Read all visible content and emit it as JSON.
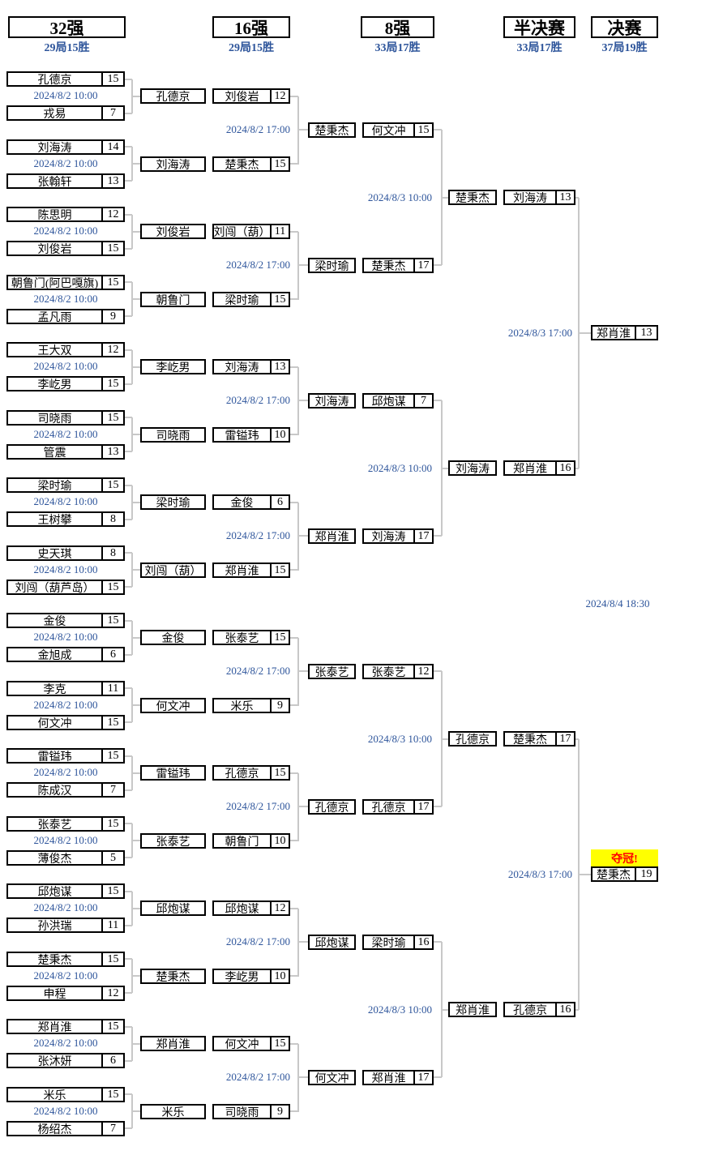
{
  "headers": [
    {
      "title": "32强",
      "subtitle": "29局15胜"
    },
    {
      "title": "16强",
      "subtitle": "29局15胜"
    },
    {
      "title": "8强",
      "subtitle": "33局17胜"
    },
    {
      "title": "半决赛",
      "subtitle": "33局17胜"
    },
    {
      "title": "决赛",
      "subtitle": "37局19胜"
    }
  ],
  "round_of_32": [
    {
      "top": {
        "name": "孔德京",
        "score": "15"
      },
      "datetime": "2024/8/2 10:00",
      "bottom": {
        "name": "戎易",
        "score": "7"
      }
    },
    {
      "top": {
        "name": "刘海涛",
        "score": "14"
      },
      "datetime": "2024/8/2 10:00",
      "bottom": {
        "name": "张翰轩",
        "score": "13"
      }
    },
    {
      "top": {
        "name": "陈思明",
        "score": "12"
      },
      "datetime": "2024/8/2 10:00",
      "bottom": {
        "name": "刘俊岩",
        "score": "15"
      }
    },
    {
      "top": {
        "name": "朝鲁门(阿巴嘎旗)",
        "score": "15"
      },
      "datetime": "2024/8/2 10:00",
      "bottom": {
        "name": "孟凡雨",
        "score": "9"
      }
    },
    {
      "top": {
        "name": "王大双",
        "score": "12"
      },
      "datetime": "2024/8/2 10:00",
      "bottom": {
        "name": "李屹男",
        "score": "15"
      }
    },
    {
      "top": {
        "name": "司晓雨",
        "score": "15"
      },
      "datetime": "2024/8/2 10:00",
      "bottom": {
        "name": "管震",
        "score": "13"
      }
    },
    {
      "top": {
        "name": "梁时瑜",
        "score": "15"
      },
      "datetime": "2024/8/2 10:00",
      "bottom": {
        "name": "王树攀",
        "score": "8"
      }
    },
    {
      "top": {
        "name": "史天琪",
        "score": "8"
      },
      "datetime": "2024/8/2 10:00",
      "bottom": {
        "name": "刘闯（葫芦岛）",
        "score": "15"
      }
    },
    {
      "top": {
        "name": "金俊",
        "score": "15"
      },
      "datetime": "2024/8/2 10:00",
      "bottom": {
        "name": "金旭成",
        "score": "6"
      }
    },
    {
      "top": {
        "name": "李克",
        "score": "11"
      },
      "datetime": "2024/8/2 10:00",
      "bottom": {
        "name": "何文冲",
        "score": "15"
      }
    },
    {
      "top": {
        "name": "雷镒玮",
        "score": "15"
      },
      "datetime": "2024/8/2 10:00",
      "bottom": {
        "name": "陈成汉",
        "score": "7"
      }
    },
    {
      "top": {
        "name": "张泰艺",
        "score": "15"
      },
      "datetime": "2024/8/2 10:00",
      "bottom": {
        "name": "薄俊杰",
        "score": "5"
      }
    },
    {
      "top": {
        "name": "邱炮谋",
        "score": "15"
      },
      "datetime": "2024/8/2 10:00",
      "bottom": {
        "name": "孙洪瑞",
        "score": "11"
      }
    },
    {
      "top": {
        "name": "楚秉杰",
        "score": "15"
      },
      "datetime": "2024/8/2 10:00",
      "bottom": {
        "name": "申程",
        "score": "12"
      }
    },
    {
      "top": {
        "name": "郑肖淮",
        "score": "15"
      },
      "datetime": "2024/8/2 10:00",
      "bottom": {
        "name": "张沐妍",
        "score": "6"
      }
    },
    {
      "top": {
        "name": "米乐",
        "score": "15"
      },
      "datetime": "2024/8/2 10:00",
      "bottom": {
        "name": "杨绍杰",
        "score": "7"
      }
    }
  ],
  "round_of_16": {
    "match_datetime": "2024/8/2 17:00",
    "rows": [
      {
        "advancer": "孔德京",
        "player": "刘俊岩",
        "score": "12"
      },
      {
        "advancer": "刘海涛",
        "player": "楚秉杰",
        "score": "15"
      },
      {
        "advancer": "刘俊岩",
        "player": "刘闯（葫）",
        "score": "11"
      },
      {
        "advancer": "朝鲁门",
        "player": "梁时瑜",
        "score": "15"
      },
      {
        "advancer": "李屹男",
        "player": "刘海涛",
        "score": "13"
      },
      {
        "advancer": "司晓雨",
        "player": "雷镒玮",
        "score": "10"
      },
      {
        "advancer": "梁时瑜",
        "player": "金俊",
        "score": "6"
      },
      {
        "advancer": "刘闯（葫）",
        "player": "郑肖淮",
        "score": "15"
      },
      {
        "advancer": "金俊",
        "player": "张泰艺",
        "score": "15"
      },
      {
        "advancer": "何文冲",
        "player": "米乐",
        "score": "9"
      },
      {
        "advancer": "雷镒玮",
        "player": "孔德京",
        "score": "15"
      },
      {
        "advancer": "张泰艺",
        "player": "朝鲁门",
        "score": "10"
      },
      {
        "advancer": "邱炮谋",
        "player": "邱炮谋",
        "score": "12"
      },
      {
        "advancer": "楚秉杰",
        "player": "李屹男",
        "score": "10"
      },
      {
        "advancer": "郑肖淮",
        "player": "何文冲",
        "score": "15"
      },
      {
        "advancer": "米乐",
        "player": "司晓雨",
        "score": "9"
      }
    ]
  },
  "quarterfinals": {
    "match_datetime": "2024/8/3 10:00",
    "rows": [
      {
        "advancer": "楚秉杰",
        "player": "何文冲",
        "score": "15"
      },
      {
        "advancer": "梁时瑜",
        "player": "楚秉杰",
        "score": "17"
      },
      {
        "advancer": "刘海涛",
        "player": "邱炮谋",
        "score": "7"
      },
      {
        "advancer": "郑肖淮",
        "player": "刘海涛",
        "score": "17"
      },
      {
        "advancer": "张泰艺",
        "player": "张泰艺",
        "score": "12"
      },
      {
        "advancer": "孔德京",
        "player": "孔德京",
        "score": "17"
      },
      {
        "advancer": "邱炮谋",
        "player": "梁时瑜",
        "score": "16"
      },
      {
        "advancer": "何文冲",
        "player": "郑肖淮",
        "score": "17"
      }
    ]
  },
  "semifinals": {
    "match_datetime": "2024/8/3 17:00",
    "rows": [
      {
        "advancer": "楚秉杰",
        "player": "刘海涛",
        "score": "13"
      },
      {
        "advancer": "刘海涛",
        "player": "郑肖淮",
        "score": "16"
      },
      {
        "advancer": "孔德京",
        "player": "楚秉杰",
        "score": "17"
      },
      {
        "advancer": "郑肖淮",
        "player": "孔德京",
        "score": "16"
      }
    ]
  },
  "final": {
    "datetime": "2024/8/4 18:30",
    "champion_label": "夺冠!",
    "slots": [
      {
        "player": "郑肖淮",
        "score": "13"
      },
      {
        "player": "楚秉杰",
        "score": "19"
      }
    ]
  },
  "colors": {
    "line": "#c8c8c8",
    "date_text": "#2e559b",
    "box_border": "#000000",
    "champion_bg": "#ffff00",
    "champion_text": "#ff0000"
  }
}
